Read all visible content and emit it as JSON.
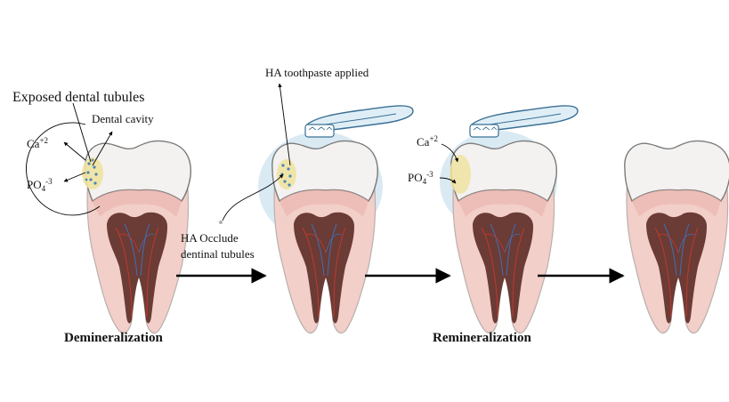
{
  "labels": {
    "exposed_tubules": "Exposed dental tubules",
    "dental_cavity": "Dental cavity",
    "ca_1": "Ca",
    "ca_1_charge": "+2",
    "po4_1": "PO",
    "po4_1_sub": "4",
    "po4_1_charge": "-3",
    "ha_toothpaste": "HA toothpaste applied",
    "ha_occlude_line1": "HA Occlude",
    "ha_occlude_line2": "dentinal tubules",
    "ca_2": "Ca",
    "ca_2_charge": "+2",
    "po4_2": "PO",
    "po4_2_sub": "4",
    "po4_2_charge": "-3",
    "demineralization": "Demineralization",
    "remineralization": "Remineralization"
  },
  "colors": {
    "enamel_fill": "#f4f1f1",
    "enamel_stroke": "#7a7a7a",
    "dentin": "#f2cfc8",
    "dentin_inner": "#e9b6ad",
    "pulp": "#6b3b36",
    "nerve_red": "#c0392b",
    "nerve_blue": "#3f6fb5",
    "tubules_yellow": "#efe3a0",
    "tubule_dots": "#4a86b8",
    "foam": "#bcd8ea",
    "brush_handle": "#dfeef6",
    "brush_stroke": "#3a6f95",
    "arrow": "#000000"
  }
}
